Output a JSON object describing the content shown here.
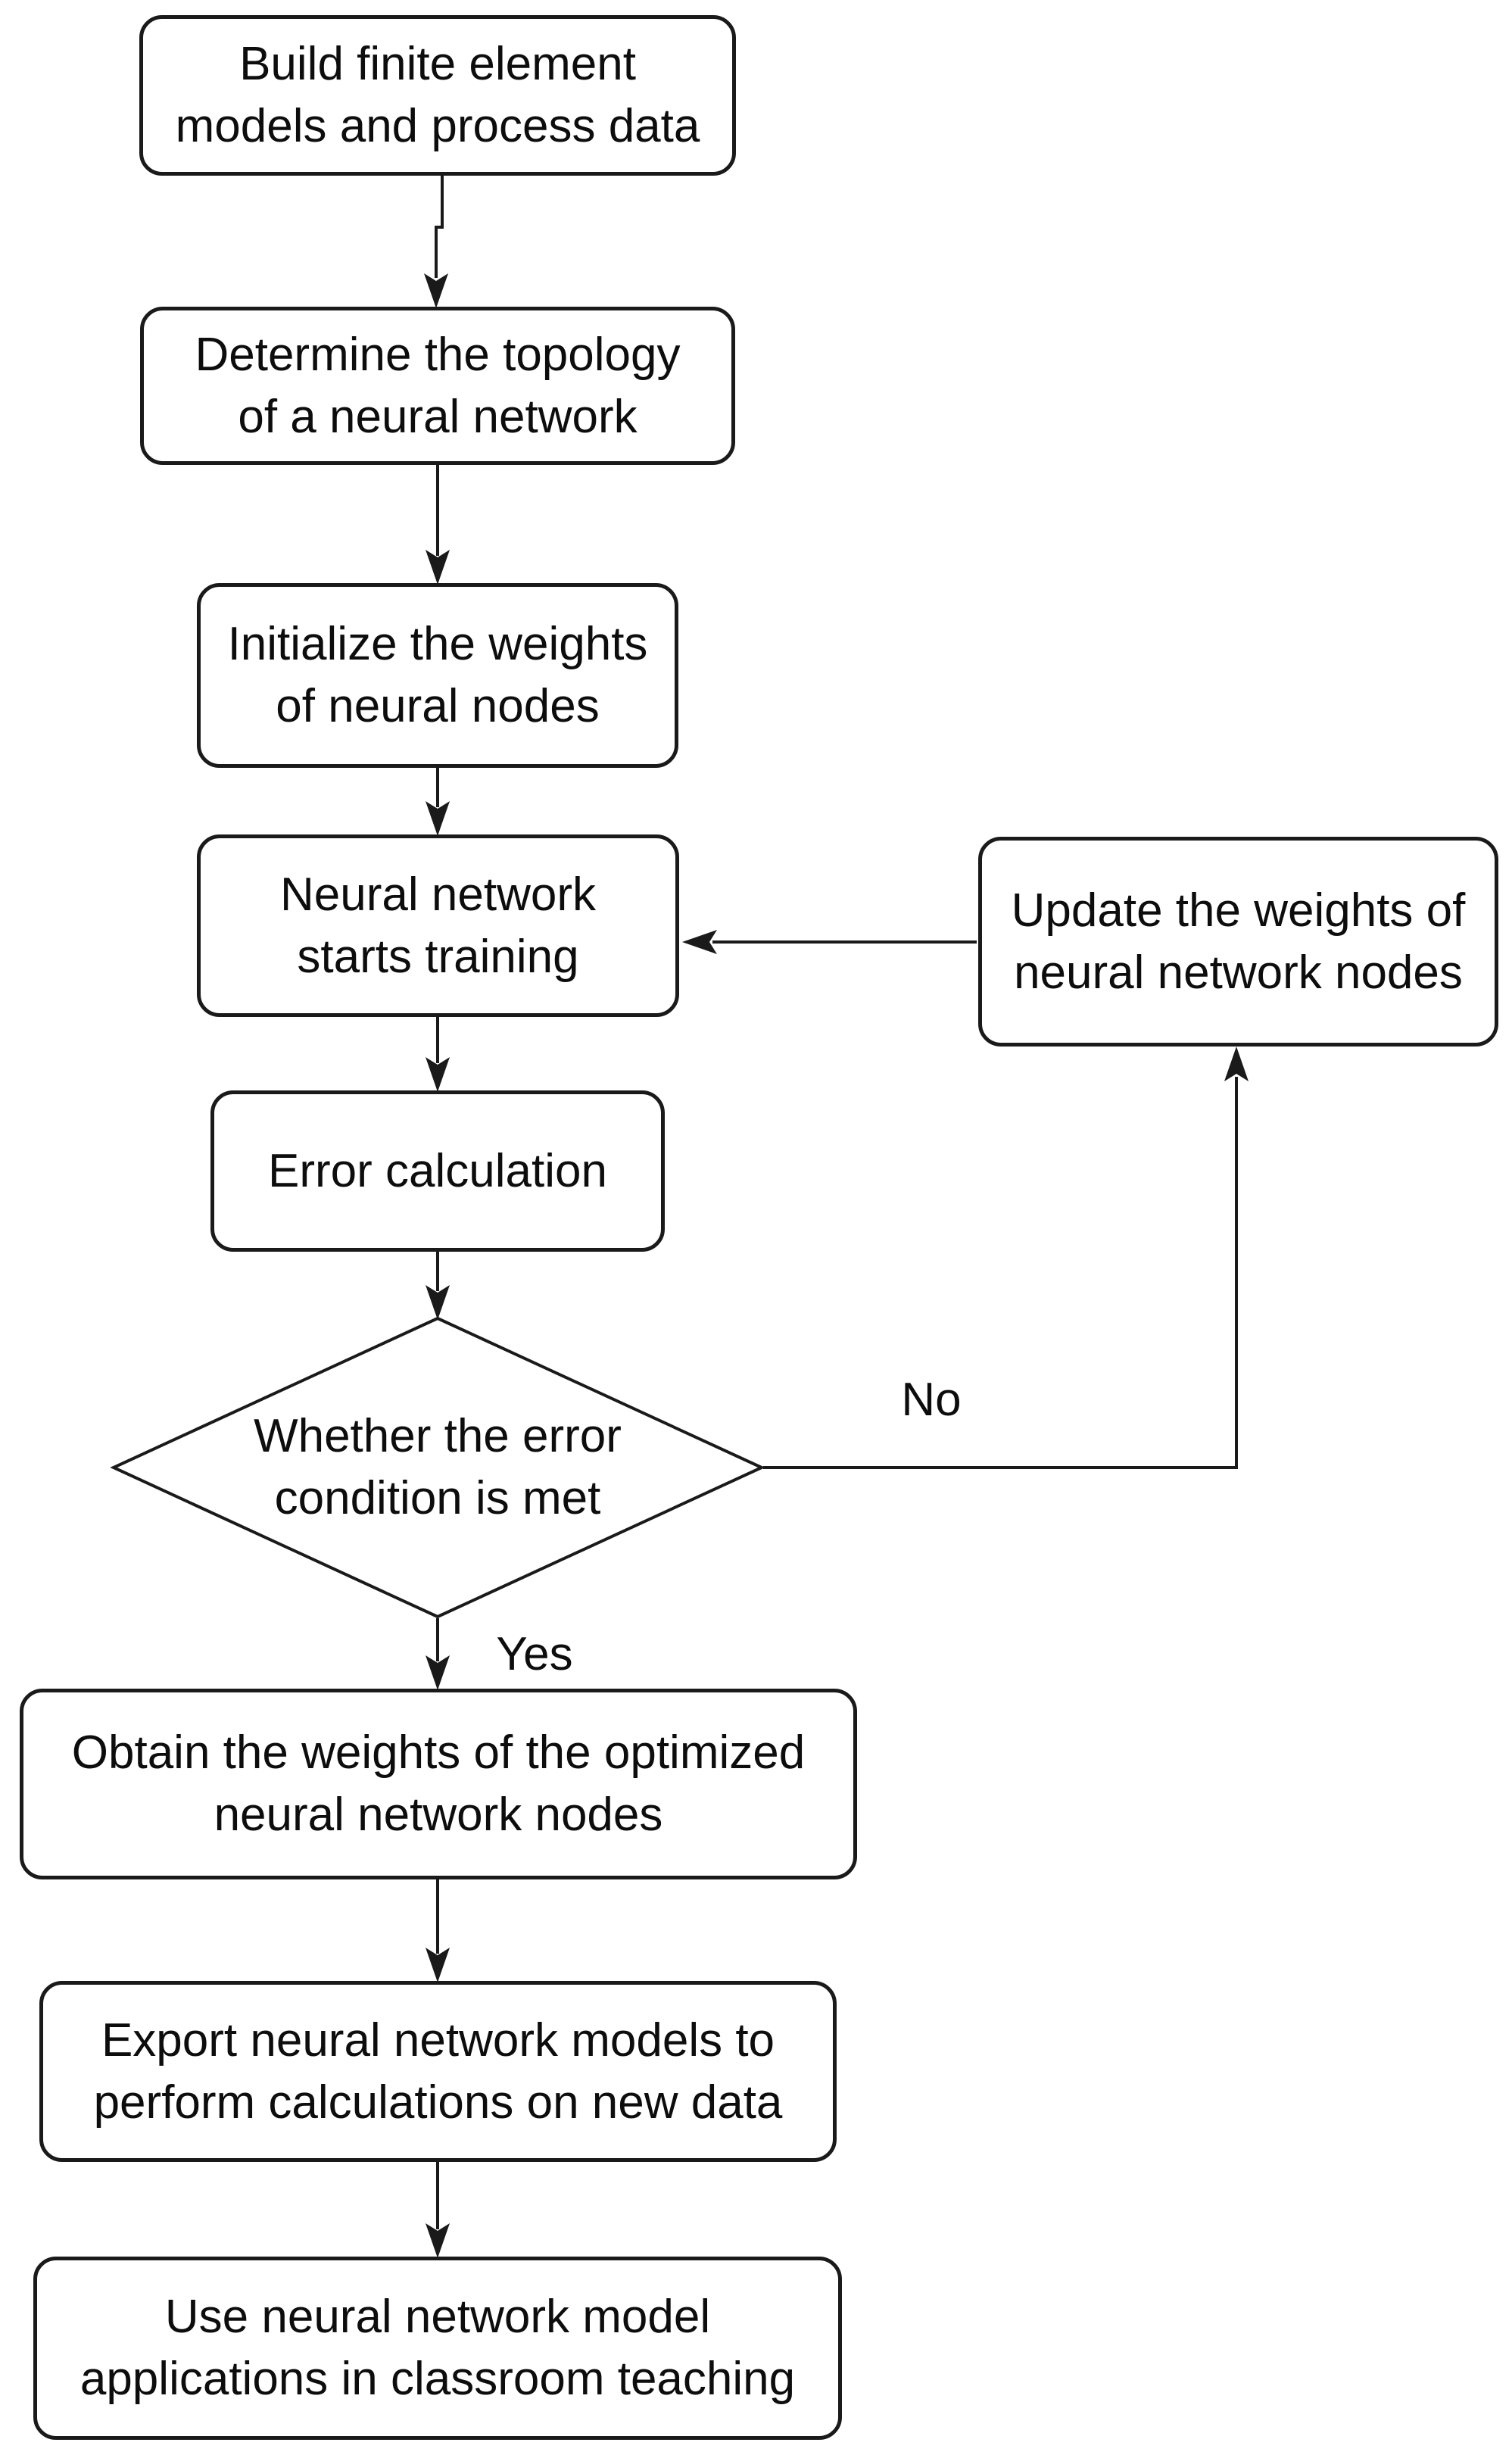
{
  "colors": {
    "background": "#ffffff",
    "stroke": "#1a1a1a",
    "text": "#0d0d0d",
    "node_fill": "#ffffff"
  },
  "nodes": {
    "build": {
      "label": "Build finite element models and process data",
      "lines": [
        "Build finite element",
        "models and process data"
      ]
    },
    "topology": {
      "label": "Determine the topology of a neural network",
      "lines": [
        "Determine the topology",
        "of a neural network"
      ]
    },
    "init": {
      "label": "Initialize the weights of neural nodes",
      "lines": [
        "Initialize the weights",
        "of neural nodes"
      ]
    },
    "train": {
      "label": "Neural network starts training",
      "lines": [
        "Neural network",
        "starts training"
      ]
    },
    "error": {
      "label": "Error calculation",
      "lines": [
        "Error calculation"
      ]
    },
    "decision": {
      "label": "Whether the error condition is met",
      "lines": [
        "Whether the error",
        "condition is met"
      ]
    },
    "update": {
      "label": "Update the weights of neural network nodes",
      "lines": [
        "Update the weights of",
        "neural network nodes"
      ]
    },
    "obtain": {
      "label": "Obtain the weights of the optimized neural network nodes",
      "lines": [
        "Obtain the weights of the optimized",
        "neural network nodes"
      ]
    },
    "export": {
      "label": "Export neural network models to perform calculations on new data",
      "lines": [
        "Export neural network models to",
        "perform calculations on new data"
      ]
    },
    "use": {
      "label": "Use neural network model applications in classroom teaching",
      "lines": [
        "Use neural network model",
        "applications in classroom teaching"
      ]
    }
  },
  "edges": {
    "yes_label": "Yes",
    "no_label": "No"
  }
}
